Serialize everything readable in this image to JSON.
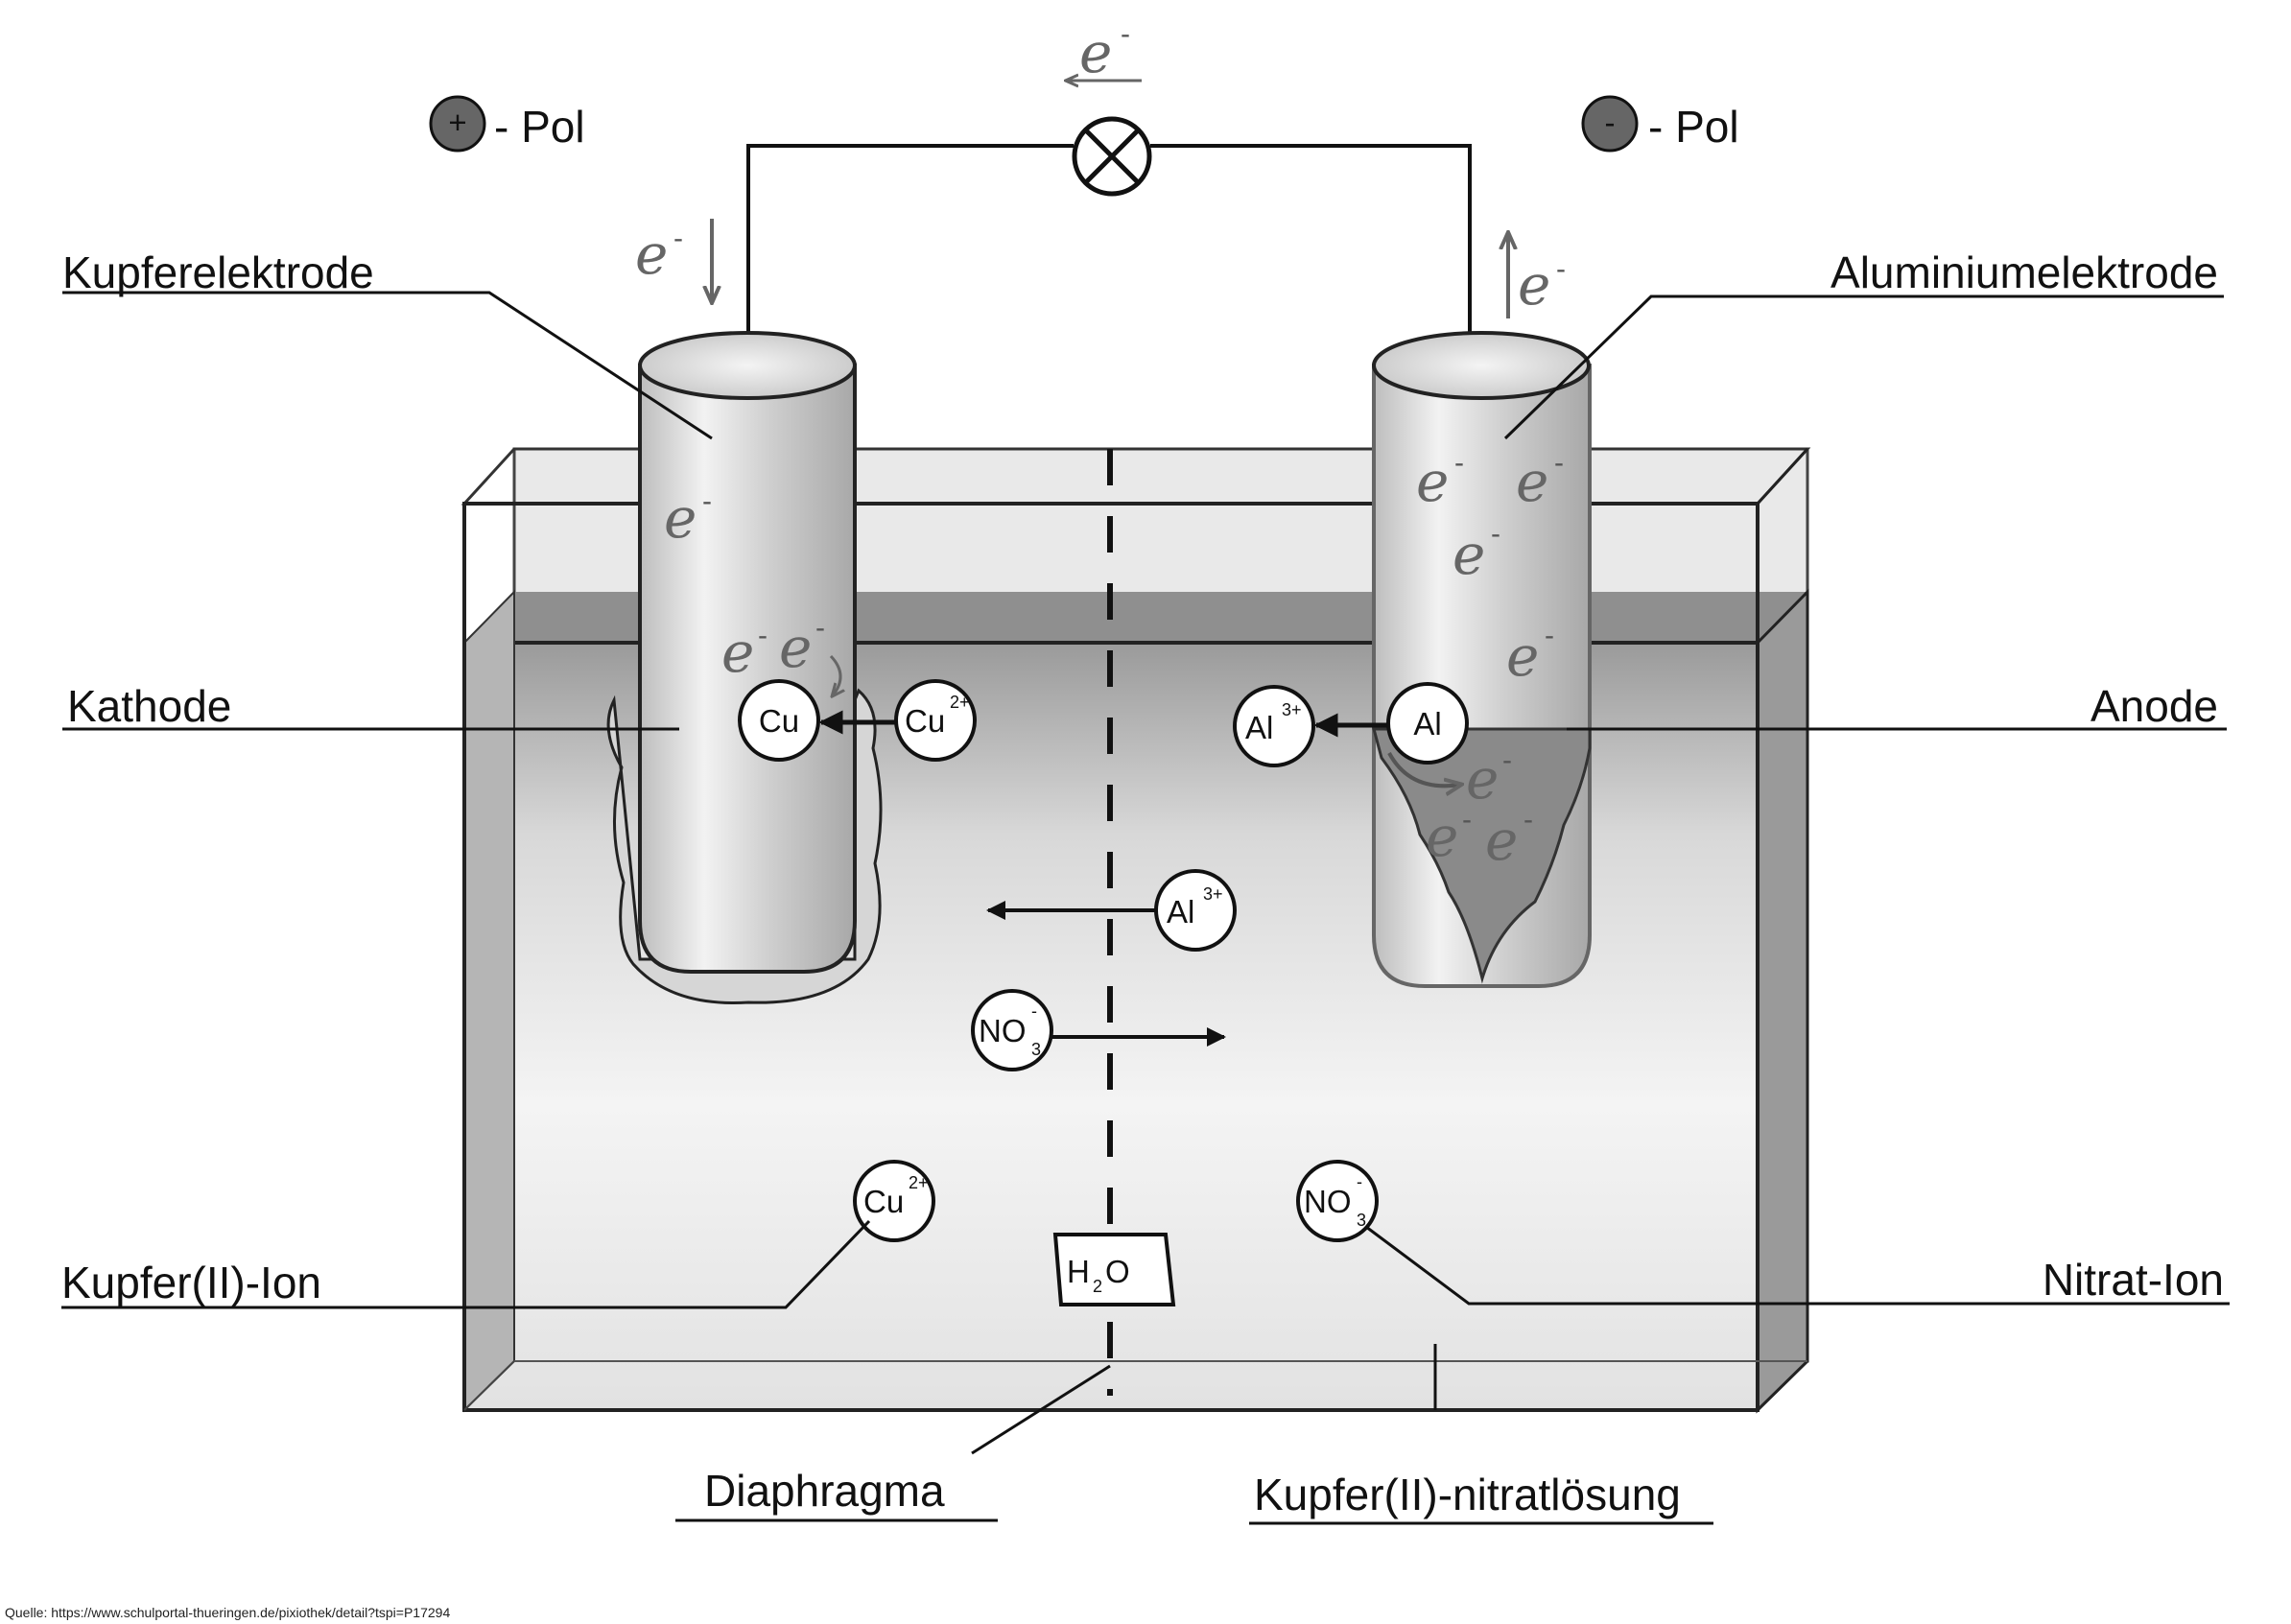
{
  "poles": {
    "plus_symbol": "+",
    "plus_label": "- Pol",
    "minus_symbol": "-",
    "minus_label": "- Pol"
  },
  "electron": {
    "symbol": "e",
    "charge": "-"
  },
  "labels": {
    "copper_electrode": "Kupferelektrode",
    "aluminium_electrode": "Aluminiumelektrode",
    "cathode": "Kathode",
    "anode": "Anode",
    "copper_ion": "Kupfer(II)-Ion",
    "nitrate_ion": "Nitrat-Ion",
    "diaphragm": "Diaphragma",
    "solution": "Kupfer(II)-nitratlösung"
  },
  "ions": {
    "cu": "Cu",
    "cu2_base": "Cu",
    "cu2_charge": "2+",
    "al": "Al",
    "al3_base": "Al",
    "al3_charge": "3+",
    "no3_base": "NO",
    "no3_sub": "3",
    "no3_charge": "-",
    "h2o_h": "H",
    "h2o_sub": "2",
    "h2o_o": "O"
  },
  "source": "Quelle: https://www.schulportal-thueringen.de/pixiothek/detail?tspi=P17294"
}
